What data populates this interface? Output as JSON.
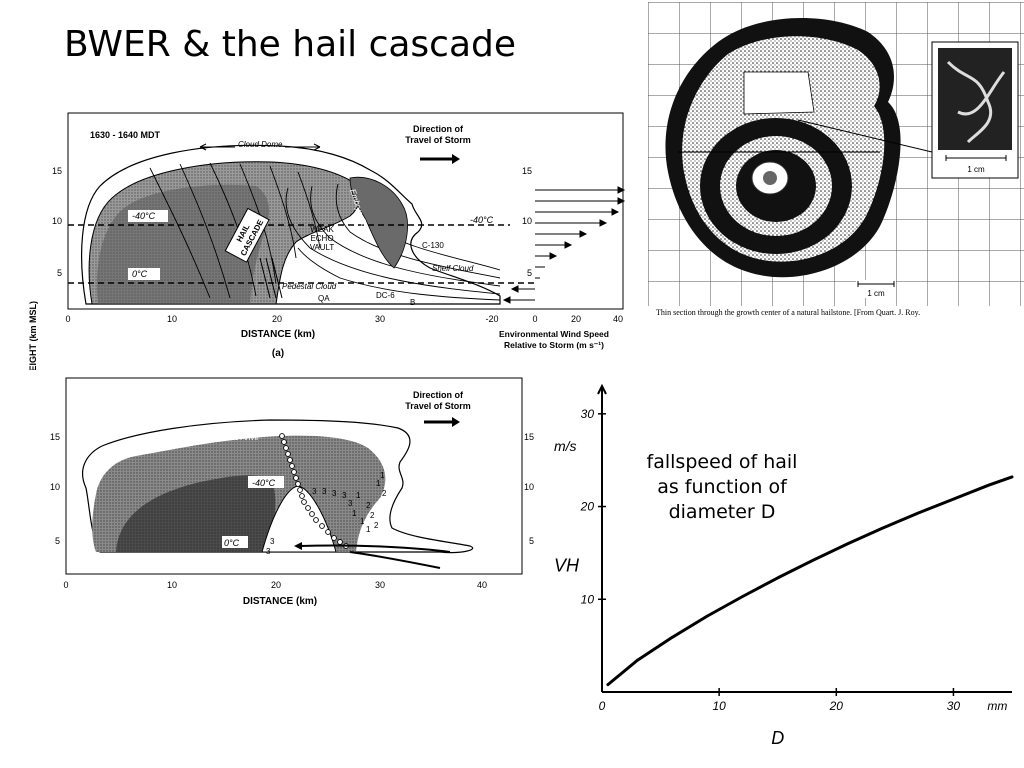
{
  "slide": {
    "title": "BWER & the hail cascade"
  },
  "top_figure": {
    "time_label": "1630 - 1640 MDT",
    "cloud_dome": "Cloud Dome",
    "direction": [
      "Direction of",
      "Travel of Storm"
    ],
    "y_ticks": [
      "15",
      "10",
      "5"
    ],
    "x_ticks": [
      "0",
      "10",
      "20",
      "30"
    ],
    "wind_ticks": [
      "-20",
      "0",
      "20",
      "40"
    ],
    "y_axis_label": "HEIGHT (km MSL)",
    "x_axis_label": "DISTANCE  (km)",
    "panel_label": "(a)",
    "wind_label": [
      "Environmental Wind Speed",
      "Relative to Storm (m s⁻¹)"
    ],
    "labels": {
      "minus40_left": "-40°C",
      "minus40_right": "-40°C",
      "zero_c": "0°C",
      "hail_cascade": [
        "HAIL",
        "CASCADE"
      ],
      "weak_echo_vault": [
        "WEAK",
        "ECHO",
        "VAULT"
      ],
      "embryo_curtain": "Embryo Curtain",
      "c130": "C-130",
      "shelf_cloud": "Shelf Cloud",
      "pedestal_cloud": "Pedestal Cloud",
      "qa": "QA",
      "dc6": "DC-6",
      "b": "B"
    }
  },
  "bottom_figure": {
    "direction": [
      "Direction of",
      "Travel of Storm"
    ],
    "y_ticks": [
      "15",
      "10",
      "5"
    ],
    "x_ticks": [
      "0",
      "10",
      "20",
      "30",
      "40"
    ],
    "x_axis_label": "DISTANCE  (km)",
    "labels": {
      "into_anvil": "into Anvil",
      "minus40": "-40°C",
      "zero_c": "0°C"
    }
  },
  "hailstone": {
    "inset_scale": "1 cm",
    "main_scale": "1 cm",
    "caption": "Thin section through the growth center of a natural hailstone. [From Quart. J. Roy."
  },
  "fallspeed_note": [
    "fallspeed of hail",
    "as function of",
    "diameter D"
  ],
  "chart_data": {
    "type": "line",
    "title": "",
    "xlabel": "D",
    "x_unit": "mm",
    "ylabel": "VH",
    "y_unit": "m/s",
    "xlim": [
      0,
      35
    ],
    "ylim": [
      0,
      33
    ],
    "x_ticks": [
      0,
      10,
      20,
      30
    ],
    "y_ticks": [
      10,
      20,
      30
    ],
    "x_tick_labels": [
      "0",
      "10",
      "20",
      "30"
    ],
    "y_tick_labels": [
      "10",
      "20",
      "30"
    ],
    "series": [
      {
        "x": [
          0.5,
          3,
          6,
          9,
          12,
          15,
          18,
          21,
          24,
          27,
          30,
          33,
          35
        ],
        "y": [
          0.8,
          3.4,
          5.9,
          8.2,
          10.3,
          12.3,
          14.2,
          16.0,
          17.7,
          19.3,
          20.8,
          22.3,
          23.2
        ]
      }
    ]
  }
}
